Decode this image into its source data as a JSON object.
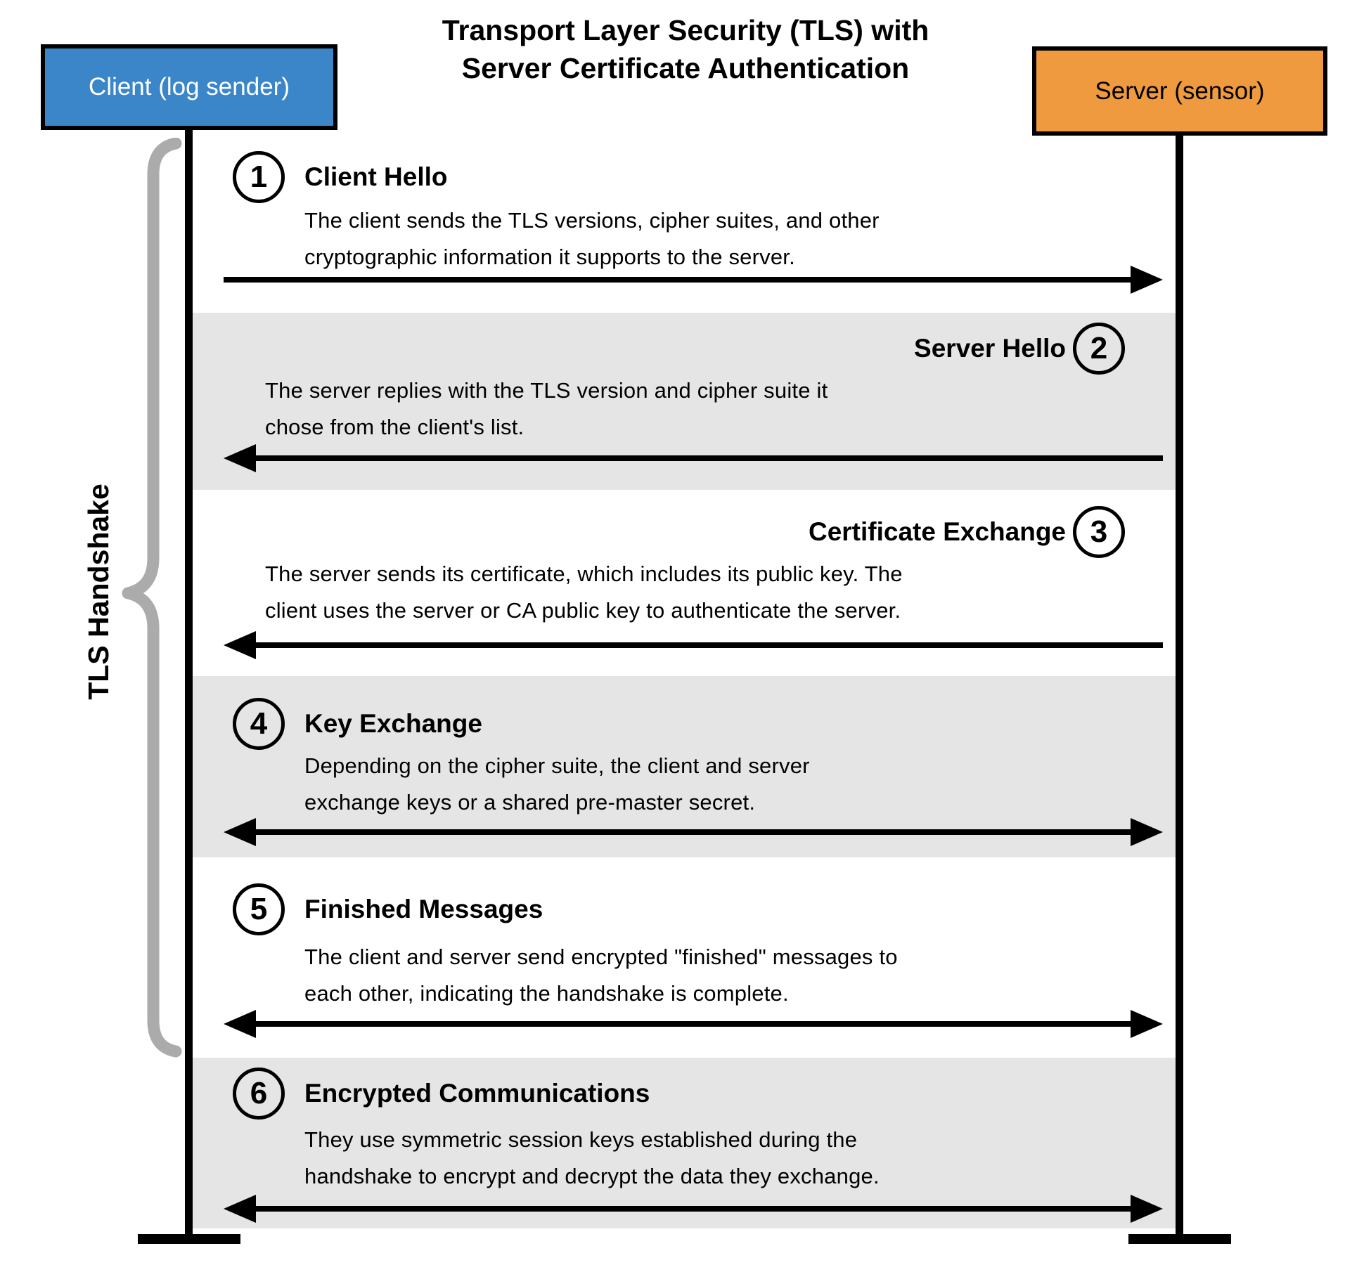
{
  "title": {
    "line1": "Transport Layer Security (TLS) with",
    "line2": "Server Certificate Authentication"
  },
  "actors": {
    "client": {
      "label": "Client (log sender)",
      "color": "#3B86C8",
      "text_color": "#FFFFFF"
    },
    "server": {
      "label": "Server (sensor)",
      "color": "#EF9A3F",
      "text_color": "#000000"
    }
  },
  "side_label": "TLS Handshake",
  "colors": {
    "band": "#E5E5E5",
    "brace": "#ABABAB",
    "line": "#000000"
  },
  "steps": [
    {
      "number": "1",
      "title": "Client Hello",
      "side": "left",
      "shaded": false,
      "direction": "right",
      "lines": [
        "The client sends the TLS versions, cipher suites, and other",
        "cryptographic information it supports to the server."
      ]
    },
    {
      "number": "2",
      "title": "Server Hello",
      "side": "right",
      "shaded": true,
      "direction": "left",
      "lines": [
        "The server replies with the TLS version and cipher suite it",
        "chose from the client's list."
      ]
    },
    {
      "number": "3",
      "title": "Certificate Exchange",
      "side": "right",
      "shaded": false,
      "direction": "left",
      "lines": [
        "The server sends its certificate, which includes its public key. The",
        "client uses the server or CA public key to authenticate the server."
      ]
    },
    {
      "number": "4",
      "title": "Key Exchange",
      "side": "left",
      "shaded": true,
      "direction": "both",
      "lines": [
        "Depending on the cipher suite, the client and server",
        "exchange keys or a shared pre-master secret."
      ]
    },
    {
      "number": "5",
      "title": "Finished Messages",
      "side": "left",
      "shaded": false,
      "direction": "both",
      "lines": [
        "The client and server send encrypted \"finished\" messages to",
        "each other, indicating the handshake is complete."
      ]
    },
    {
      "number": "6",
      "title": "Encrypted Communications",
      "side": "left",
      "shaded": true,
      "direction": "both",
      "lines": [
        "They use symmetric session keys established during the",
        "handshake to encrypt and decrypt the data they exchange."
      ]
    }
  ]
}
